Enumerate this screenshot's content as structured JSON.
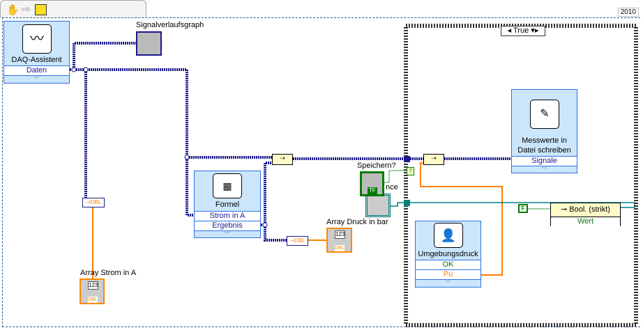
{
  "toolbar": {
    "icons": [
      "hand-tool-icon",
      "step-arrow-icon",
      "vi-icon"
    ],
    "version": "2010"
  },
  "nodes": {
    "daq": {
      "label": "DAQ-Assistent",
      "output": "Daten"
    },
    "graph": {
      "label": "Signalverlaufsgraph"
    },
    "formel": {
      "label": "Formel",
      "input": "Strom in A",
      "output": "Ergebnis"
    },
    "array_strom": {
      "label": "Array Strom in A",
      "type": "DBL",
      "index": "123"
    },
    "array_druck": {
      "label": "Array Druck in bar",
      "type": "DBL",
      "index": "123"
    },
    "speichern": {
      "label": "Speichern?",
      "type": "TF",
      "partial_label": "nce"
    },
    "case": {
      "selector": "True"
    },
    "messwerte": {
      "label_line1": "Messwerte in",
      "label_line2": "Datei schreiben",
      "input": "Signale"
    },
    "umgebung": {
      "label": "Umgebungsdruck",
      "ok": "OK",
      "pu": "Pu"
    },
    "bool_node": {
      "label": "Bool. (strikt)",
      "input": "Wert"
    },
    "false_const": {
      "value": "F"
    },
    "tunnel_q": {
      "value": "?"
    }
  },
  "colors": {
    "wire_dyn": "#1a1a8c",
    "wire_dbl": "#ff8000",
    "wire_bool": "#007b00",
    "wire_ref": "#008080",
    "node_bg": "#cbe6fb",
    "node_border": "#2f6ee8"
  }
}
